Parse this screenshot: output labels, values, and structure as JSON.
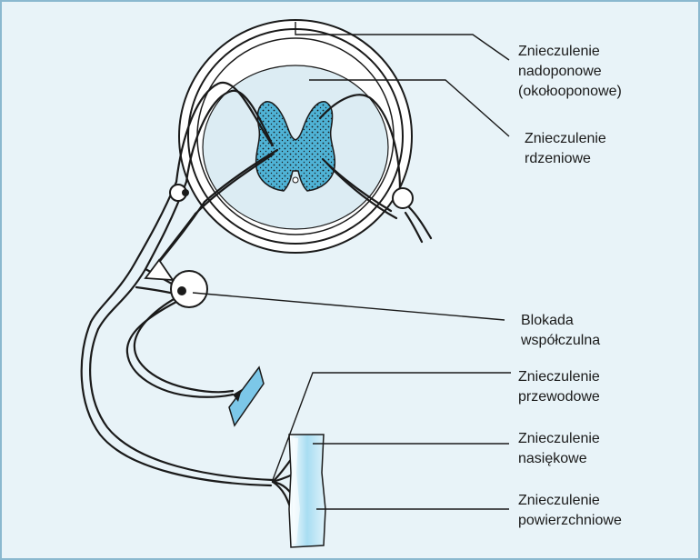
{
  "labels": {
    "epidural": [
      "Znieczulenie",
      "nadoponowe",
      "(okołooponowe)"
    ],
    "spinal": [
      "Znieczulenie",
      "rdzeniowe"
    ],
    "sympathetic": [
      "Blokada",
      "współczulna"
    ],
    "conduction": [
      "Znieczulenie",
      "przewodowe"
    ],
    "infiltration": [
      "Znieczulenie",
      "nasiękowe"
    ],
    "surface": [
      "Znieczulenie",
      "powierzchniowe"
    ]
  },
  "colors": {
    "background": "#e8f3f8",
    "border": "#8ab8cf",
    "grey_matter": "#4fb3d6",
    "skin_patch": "#7cc7e8",
    "line": "#1a1a1a"
  }
}
